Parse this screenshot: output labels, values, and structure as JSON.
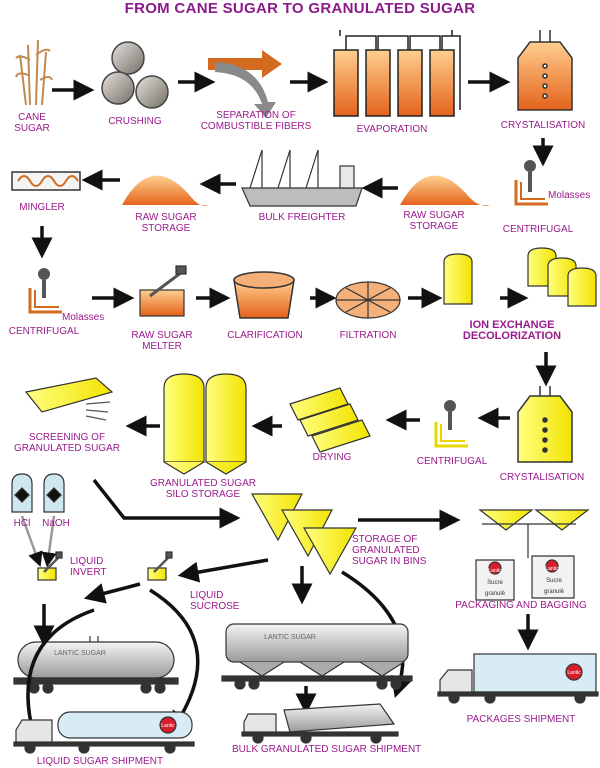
{
  "title": "FROM CANE SUGAR TO GRANULATED SUGAR",
  "steps": {
    "cane_sugar": [
      "CANE",
      "SUGAR"
    ],
    "crushing": "CRUSHING",
    "separation": [
      "SEPARATION OF",
      "COMBUSTIBLE FIBERS"
    ],
    "evaporation": "EVAPORATION",
    "crystalisation_1": "CRYSTALISATION",
    "centrifugal_1": "CENTRIFUGAL",
    "molasses_1": "Molasses",
    "raw_sugar_storage_1": [
      "RAW SUGAR",
      "STORAGE"
    ],
    "bulk_freighter": "BULK FREIGHTER",
    "raw_sugar_storage_2": [
      "RAW SUGAR",
      "STORAGE"
    ],
    "mingler": "MINGLER",
    "centrifugal_2": "CENTRIFUGAL",
    "molasses_2": "Molasses",
    "raw_sugar_melter": [
      "RAW SUGAR",
      "MELTER"
    ],
    "clarification": "CLARIFICATION",
    "filtration": "FILTRATION",
    "ion_exchange": [
      "ION  EXCHANGE",
      "DECOLORIZATION"
    ],
    "crystalisation_2": "CRYSTALISATION",
    "centrifugal_3": "CENTRIFUGAL",
    "drying": "DRYING",
    "silo_storage": [
      "GRANULATED SUGAR",
      "SILO STORAGE"
    ],
    "screening": [
      "SCREENING OF",
      "GRANULATED SUGAR"
    ],
    "hcl": "HCl",
    "naoh": "NaOH",
    "liquid_invert": [
      "LIQUID",
      "INVERT"
    ],
    "liquid_sucrose": [
      "LIQUID",
      "SUCROSE"
    ],
    "storage_bins": [
      "STORAGE OF",
      "GRANULATED",
      "SUGAR IN BINS"
    ],
    "packaging": "PACKAGING AND BAGGING",
    "packages_shipment": "PACKAGES SHIPMENT",
    "bulk_shipment": "BULK GRANULATED SUGAR SHIPMENT",
    "liquid_shipment": "LIQUID SUGAR SHIPMENT"
  },
  "brand": "Lantic",
  "bag_text": [
    "Sucre",
    "granulé"
  ],
  "tank_car_marking": "LANTIC SUGAR",
  "hopper_car_marking": "LANTIC SUGAR",
  "colors": {
    "title": "#8b1a8b",
    "label": "#9a1a8c",
    "orange": "#e8742a",
    "yellow": "#ffff33",
    "arrow": "#111111"
  }
}
